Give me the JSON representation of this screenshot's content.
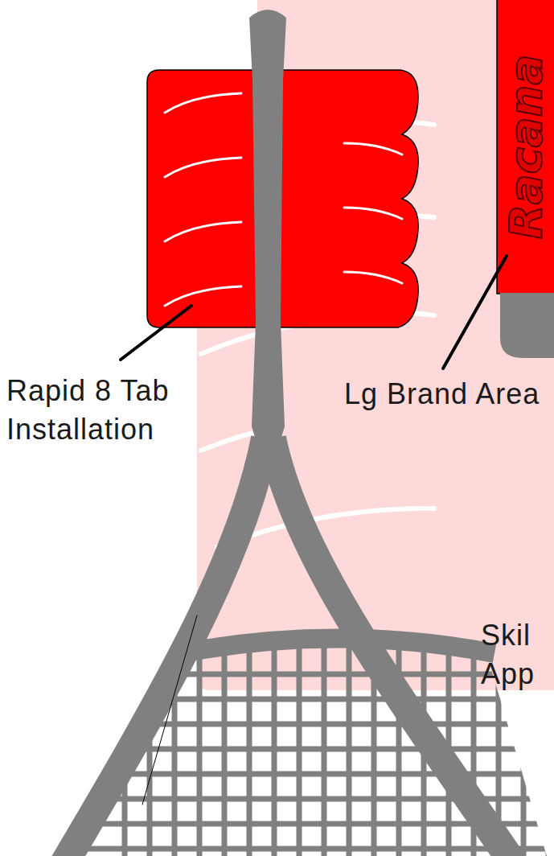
{
  "diagram": {
    "labels": [
      "Rapid 8 Tab Installation",
      "Lg Brand Area",
      "Racana",
      "Skil App"
    ]
  }
}
